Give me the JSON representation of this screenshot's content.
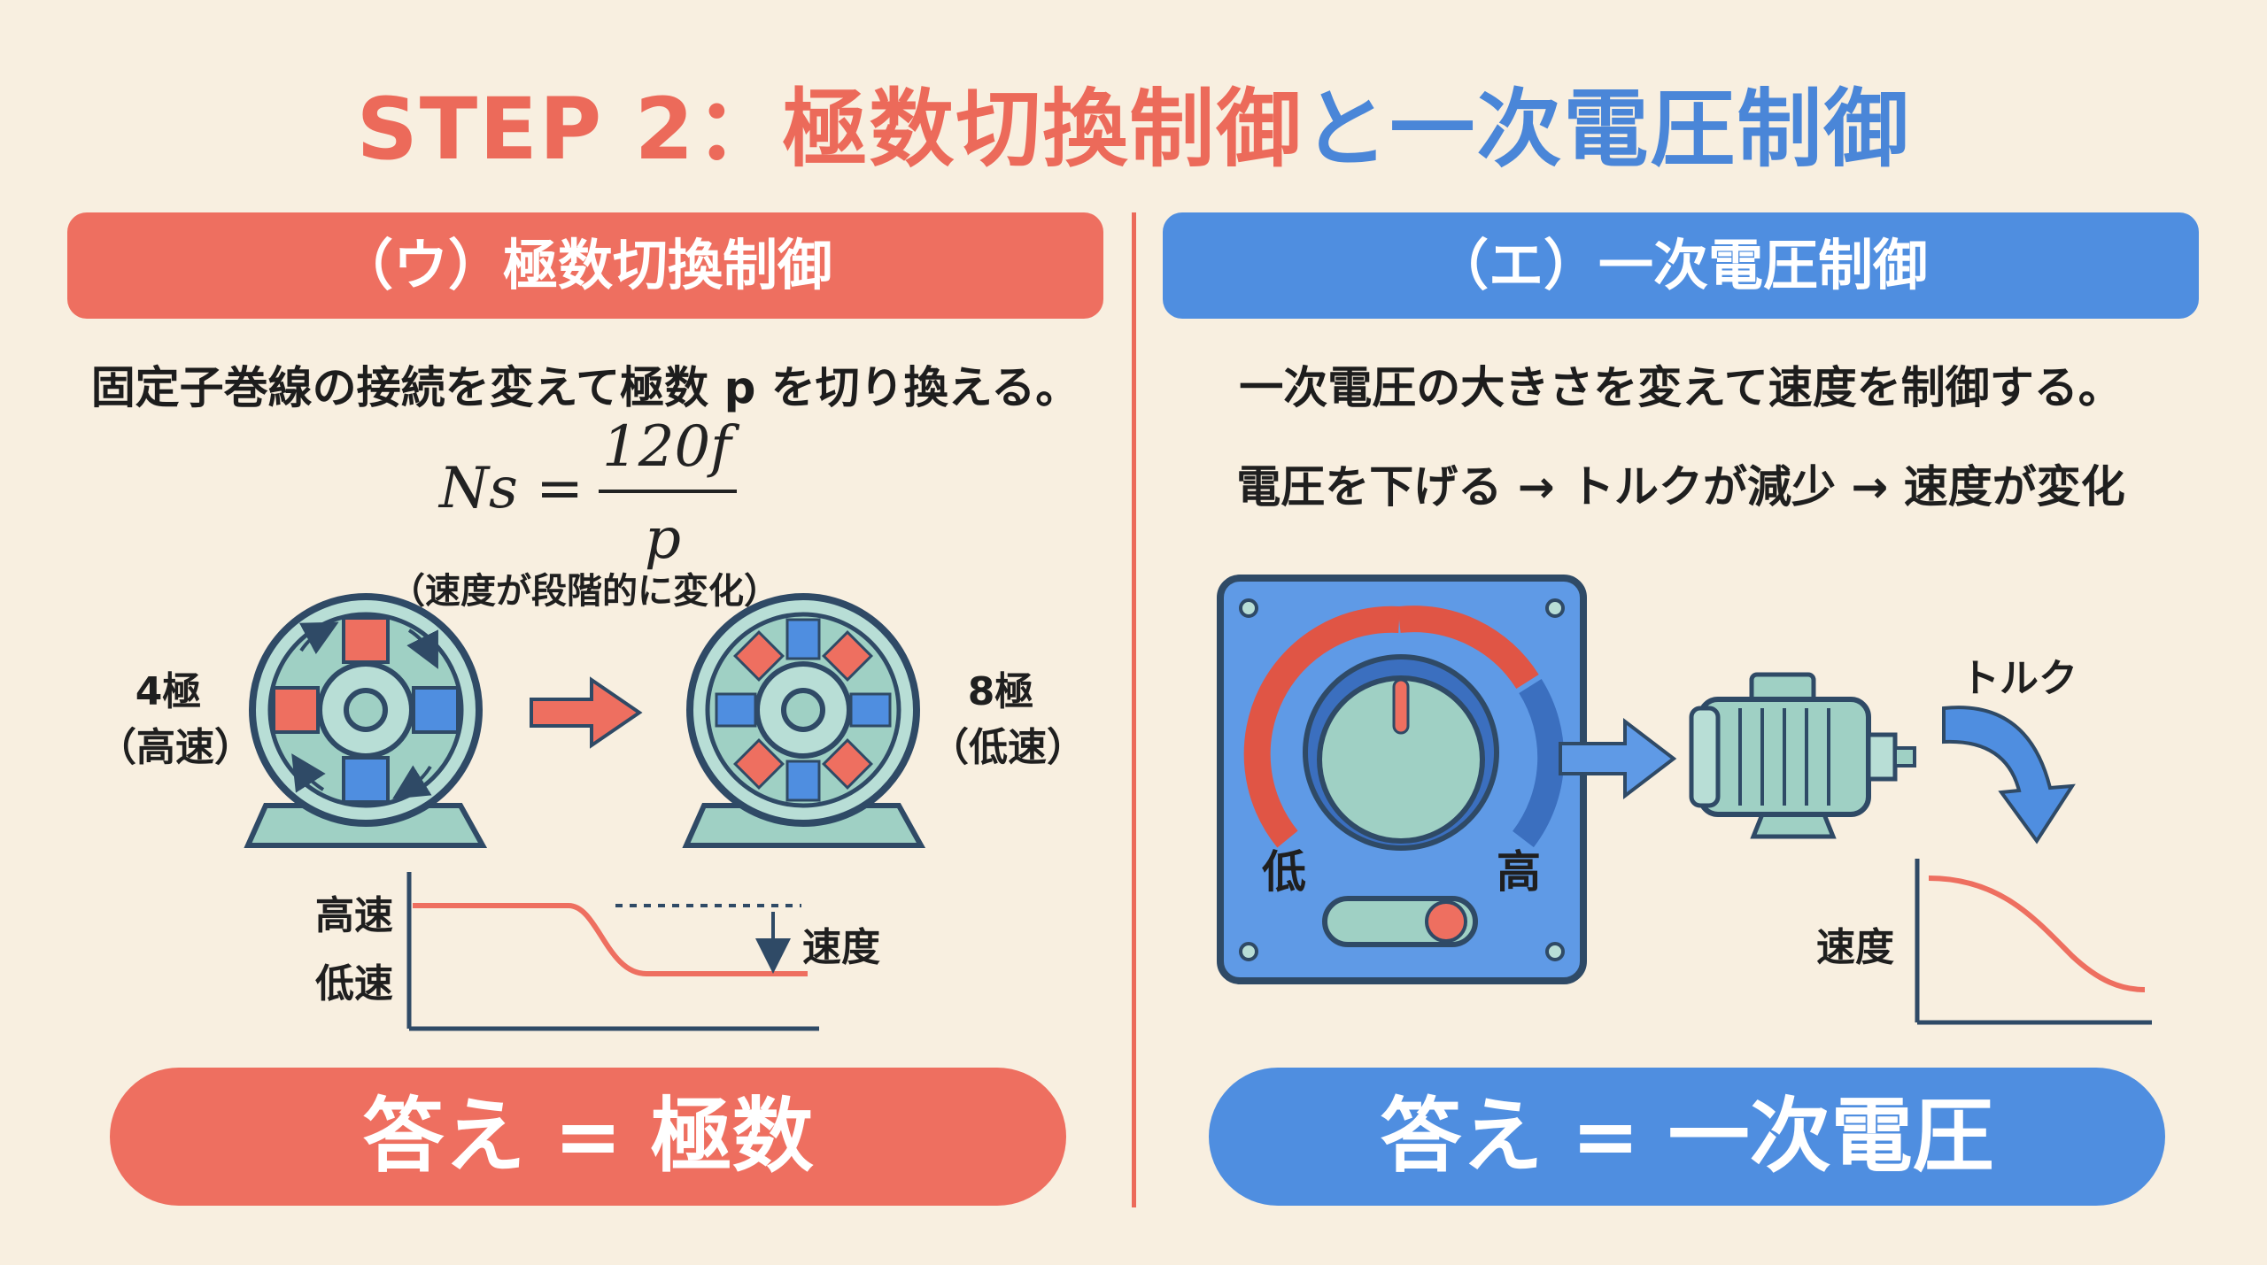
{
  "title": {
    "part1": "STEP 2：極数切換制御",
    "part2": "と一次電圧制御"
  },
  "left": {
    "band": "（ウ）極数切換制御",
    "description": "固定子巻線の接続を変えて極数 p を切り換える。",
    "formula": {
      "lhs": "Ns =",
      "numerator": "120f",
      "denominator": "p"
    },
    "formula_note": "（速度が段階的に変化）",
    "motor_a": {
      "poles": "4極",
      "speed": "（高速）"
    },
    "motor_b": {
      "poles": "8極",
      "speed": "（低速）"
    },
    "graph": {
      "high": "高速",
      "low": "低速",
      "axis": "速度"
    },
    "answer": "答え = 極数"
  },
  "right": {
    "band": "（エ）一次電圧制御",
    "description": "一次電圧の大きさを変えて速度を制御する。",
    "chain": "電圧を下げる → トルクが減少 → 速度が変化",
    "dial_low": "低",
    "dial_high": "高",
    "torque_label": "トルク",
    "graph_label": "速度",
    "answer": "答え = 一次電圧"
  },
  "colors": {
    "red": "#ee6f60",
    "blue": "#4f8ee0",
    "teal": "#9fd0c4",
    "navy": "#2f4a66",
    "background": "#f8efe0"
  }
}
